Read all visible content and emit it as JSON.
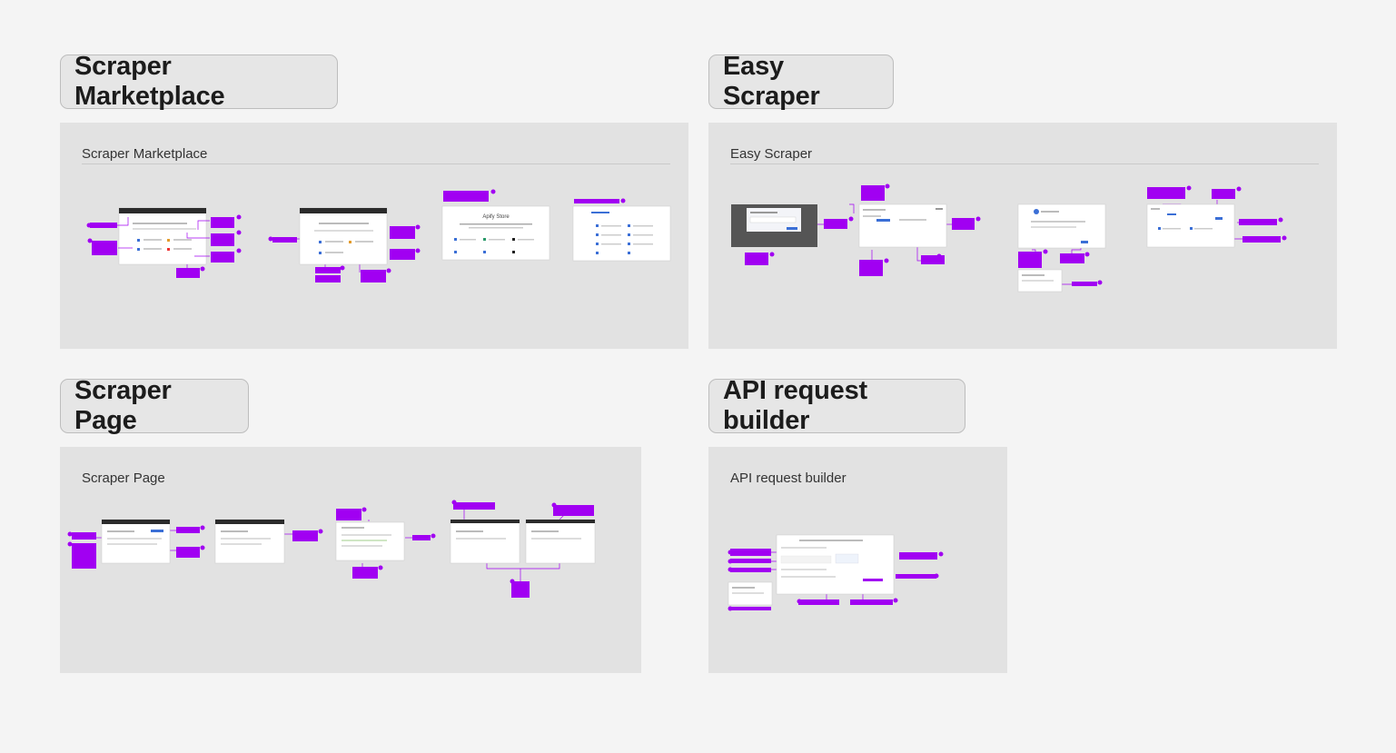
{
  "sections": [
    {
      "key": "marketplace",
      "title": "Scraper Marketplace",
      "frame_label": "Scraper Marketplace",
      "store_title": "Apify Store"
    },
    {
      "key": "easy",
      "title": "Easy Scraper",
      "frame_label": "Easy Scraper"
    },
    {
      "key": "page",
      "title": "Scraper Page",
      "frame_label": "Scraper Page"
    },
    {
      "key": "api",
      "title": "API request builder",
      "frame_label": "API request builder"
    }
  ],
  "colors": {
    "canvas": "#f4f4f4",
    "frame": "#e2e2e2",
    "pill": "#e6e6e6",
    "annotation": "#a100f2",
    "screen": "#ffffff",
    "dark_bar": "#2b2b2b",
    "link": "#3b6fd6"
  }
}
